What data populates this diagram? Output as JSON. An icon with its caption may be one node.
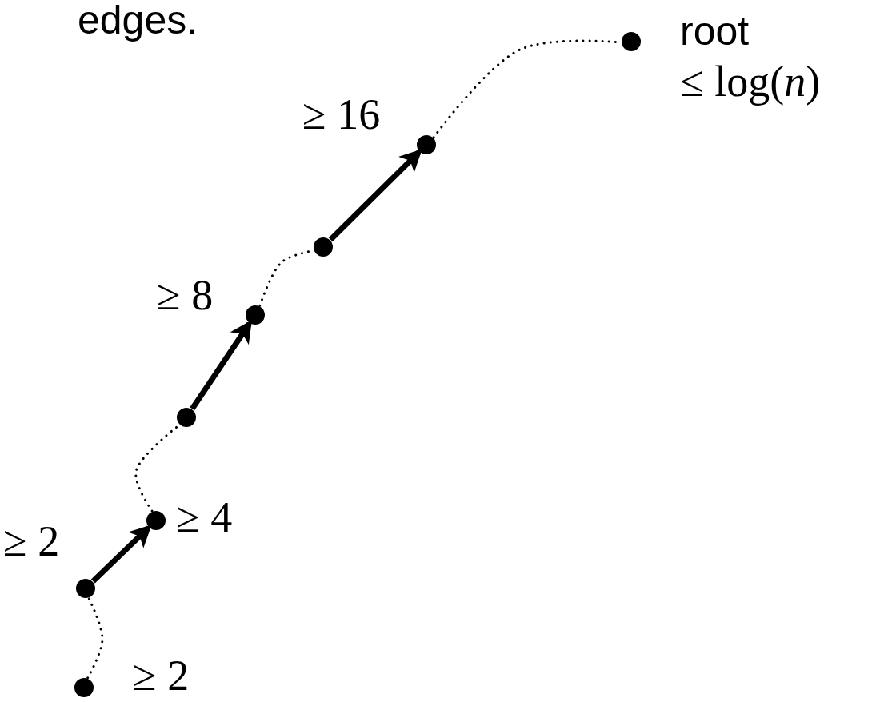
{
  "diagram": {
    "nodes": [
      {
        "text": [],
        "shape": "circle",
        "beside": [
          "≥ 2"
        ]
      },
      {
        "text": [],
        "shape": "circle",
        "beside": [
          "≥ 2"
        ]
      },
      {
        "text": [],
        "shape": "circle",
        "beside": [
          "≥ 4"
        ]
      },
      {
        "text": [],
        "shape": "circle"
      },
      {
        "text": [],
        "shape": "circle",
        "beside": [
          "≥ 8"
        ]
      },
      {
        "text": [],
        "shape": "circle"
      },
      {
        "text": [],
        "shape": "circle",
        "beside": [
          "≥ 16"
        ]
      },
      {
        "text": [],
        "shape": "circle",
        "beside": [
          "root",
          "≤ log(*n*)"
        ]
      }
    ],
    "edges": [
      {
        "from": 0,
        "to": 1,
        "arrow": "none",
        "style": "dashed"
      },
      {
        "from": 1,
        "to": 2,
        "arrow": "to",
        "style": "thick"
      },
      {
        "from": 2,
        "to": 3,
        "arrow": "none",
        "style": "dashed"
      },
      {
        "from": 3,
        "to": 4,
        "arrow": "to",
        "style": "thick"
      },
      {
        "from": 4,
        "to": 5,
        "arrow": "none",
        "style": "dashed"
      },
      {
        "from": 5,
        "to": 6,
        "arrow": "to",
        "style": "thick"
      },
      {
        "from": 6,
        "to": 7,
        "arrow": "none",
        "style": "dashed"
      }
    ],
    "labels": [
      "edges."
    ]
  }
}
